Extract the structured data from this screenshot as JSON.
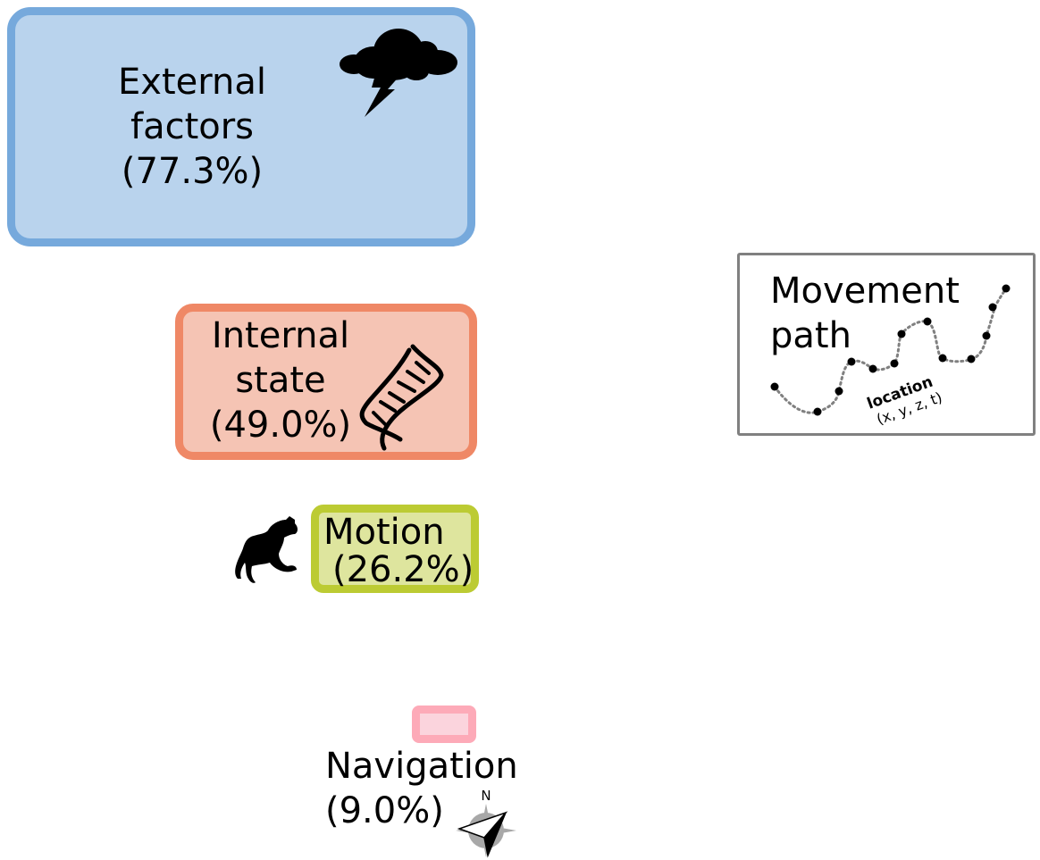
{
  "nodes": {
    "external": {
      "line1": "External",
      "line2": "factors",
      "line3": "(77.3%)",
      "icon": "storm-cloud-icon"
    },
    "internal": {
      "line1": "Internal",
      "line2": "state",
      "line3": "(49.0%)",
      "icon": "dna-icon"
    },
    "motion": {
      "line1": "Motion",
      "line2": "(26.2%)",
      "icon": "horse-icon"
    },
    "navigation": {
      "line1": "Navigation",
      "line2": "(9.0%)",
      "icon": "compass-icon",
      "compass_letter": "N"
    }
  },
  "movement_path": {
    "line1": "Movement",
    "line2": "path",
    "location_label": "location",
    "location_coords": "(x, y, z, t)"
  },
  "colors": {
    "external_fill": "#b9d3ed",
    "external_border": "#76a9dc",
    "internal_fill": "#f5c4b4",
    "internal_border": "#ef8866",
    "motion_fill": "#dee59e",
    "motion_border": "#bccb33",
    "navigation_fill": "#fbd4dd",
    "navigation_border": "#fdaab8",
    "path_border": "#808080"
  }
}
